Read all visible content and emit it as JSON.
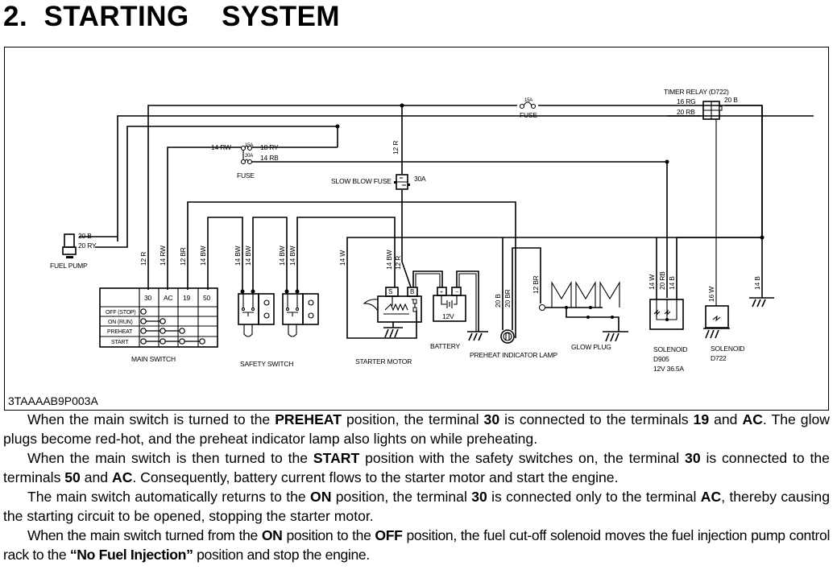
{
  "section": {
    "number": "2.",
    "title": "STARTING  SYSTEM"
  },
  "figure": {
    "id": "3TAAAAB9P003A",
    "components": {
      "fuel_pump": "FUEL PUMP",
      "main_switch": "MAIN SWITCH",
      "safety_switch": "SAFETY SWITCH",
      "starter_motor": "STARTER MOTOR",
      "battery": "BATTERY",
      "battery_voltage": "12V",
      "preheat_lamp": "PREHEAT INDICATOR LAMP",
      "glow_plug": "GLOW PLUG",
      "solenoid_d905": [
        "SOLENOID",
        "D905",
        "12V  36.5A"
      ],
      "solenoid_d722": [
        "SOLENOID",
        "D722"
      ],
      "fuse_main": "FUSE",
      "fuse_main_ratings": [
        "15A",
        "20A"
      ],
      "fuse_top": "FUSE",
      "fuse_top_rating": "15A",
      "slow_blow_fuse": "SLOW BLOW FUSE",
      "slow_blow_rating": "30A",
      "timer_relay": "TIMER RELAY (D722)",
      "starter_terminals": [
        "S",
        "B"
      ],
      "battery_terminals": [
        "+",
        "−"
      ]
    },
    "main_switch_table": {
      "terminals": [
        "30",
        "AC",
        "19",
        "50"
      ],
      "positions": [
        {
          "label": "OFF (STOP)",
          "connected": [
            "30"
          ]
        },
        {
          "label": "ON (RUN)",
          "connected": [
            "30",
            "AC"
          ]
        },
        {
          "label": "PREHEAT",
          "connected": [
            "30",
            "AC",
            "19"
          ]
        },
        {
          "label": "START",
          "connected": [
            "30",
            "AC",
            "19",
            "50"
          ]
        }
      ]
    },
    "wire_labels": {
      "fuel_pump_b": "20  B",
      "fuel_pump_ry": "20  RY",
      "ms_30": "12  R",
      "ms_ac": "14  RW",
      "ms_19": "12  BR",
      "ms_50": "14  BW",
      "ss1a": "14  BW",
      "ss1b": "14  BW",
      "ss2a": "14  BW",
      "ss2b": "14  BW",
      "starter_w": "14  W",
      "starter_s": "14  BW",
      "starter_b": "12  R",
      "battery_feed": "12  R",
      "fuse_in": "14  RW",
      "fuse_out1": "18  RY",
      "fuse_out2": "14  RB",
      "lamp_b": "20  B",
      "lamp_br": "20  BR",
      "glow_br": "12  BR",
      "sol_w": "14  W",
      "sol_rb": "20  RB",
      "sol_b": "14  B",
      "sol722_w": "16  W",
      "ground_b": "14  B",
      "relay_rg": "16  RG",
      "relay_rb": "20  RB",
      "relay_b": "20  B"
    }
  },
  "paragraphs": [
    [
      {
        "t": "When the main switch is turned to the "
      },
      {
        "t": "PREHEAT",
        "b": true
      },
      {
        "t": " position, the terminal "
      },
      {
        "t": "30",
        "b": true
      },
      {
        "t": " is connected to the terminals "
      },
      {
        "t": "19",
        "b": true
      },
      {
        "t": " and "
      },
      {
        "t": "AC",
        "b": true
      },
      {
        "t": ".  The glow plugs become red-hot, and the preheat indicator lamp also lights on while preheating."
      }
    ],
    [
      {
        "t": "When the main switch is then turned to the "
      },
      {
        "t": "START",
        "b": true
      },
      {
        "t": " position with the safety switches on, the terminal "
      },
      {
        "t": "30",
        "b": true
      },
      {
        "t": " is connected to the terminals "
      },
      {
        "t": "50",
        "b": true
      },
      {
        "t": " and "
      },
      {
        "t": "AC",
        "b": true
      },
      {
        "t": ".  Consequently, battery current flows to the starter motor and start the engine."
      }
    ],
    [
      {
        "t": "The main switch automatically returns to the "
      },
      {
        "t": "ON",
        "b": true
      },
      {
        "t": " position, the terminal "
      },
      {
        "t": "30",
        "b": true
      },
      {
        "t": " is connected only to the terminal "
      },
      {
        "t": "AC",
        "b": true
      },
      {
        "t": ", thereby causing the starting circuit to be opened, stopping the starter motor."
      }
    ],
    [
      {
        "t": "When the main switch turned from the "
      },
      {
        "t": "ON",
        "b": true
      },
      {
        "t": " position to the "
      },
      {
        "t": "OFF",
        "b": true
      },
      {
        "t": " position, the fuel cut-off solenoid moves the fuel injection pump control rack to the "
      },
      {
        "t": "“No Fuel Injection”",
        "b": true
      },
      {
        "t": " position and stop the engine."
      }
    ]
  ]
}
